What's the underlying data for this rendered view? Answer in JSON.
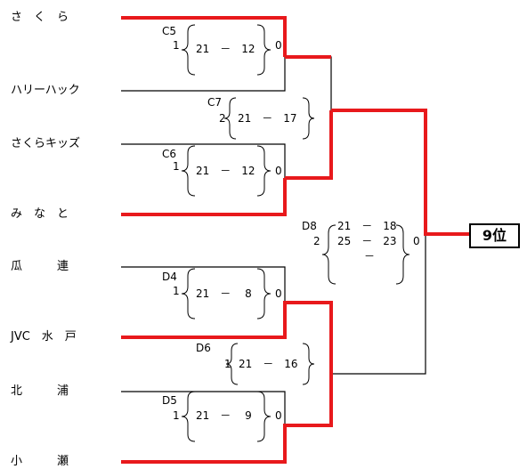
{
  "teams": [
    "さ　く　ら",
    "ハリーハック",
    "さくらキッズ",
    "み　な　と",
    "瓜　　　連",
    "JVC　水　戸",
    "北　　　浦",
    "小　　　瀬"
  ],
  "matches": [
    {
      "code": "C5",
      "left": "1",
      "right": "0",
      "sets": [
        "21　－　12"
      ]
    },
    {
      "code": "C6",
      "left": "1",
      "right": "0",
      "sets": [
        "21　－　12"
      ]
    },
    {
      "code": "C7",
      "left": "2",
      "right": "",
      "sets": [
        "21　－　17"
      ]
    },
    {
      "code": "D4",
      "left": "1",
      "right": "0",
      "sets": [
        "21　－　 8"
      ]
    },
    {
      "code": "D5",
      "left": "1",
      "right": "0",
      "sets": [
        "21　－　 9"
      ]
    },
    {
      "code": "D6",
      "left": "1",
      "right": "",
      "sets": [
        "21　－　16"
      ]
    },
    {
      "code": "D8",
      "left": "2",
      "right": "0",
      "sets": [
        "21　－　18",
        "25　－　23",
        "－"
      ]
    }
  ],
  "result_label": "9位",
  "colors": {
    "winner_line": "#e8191c",
    "line": "#000000"
  }
}
